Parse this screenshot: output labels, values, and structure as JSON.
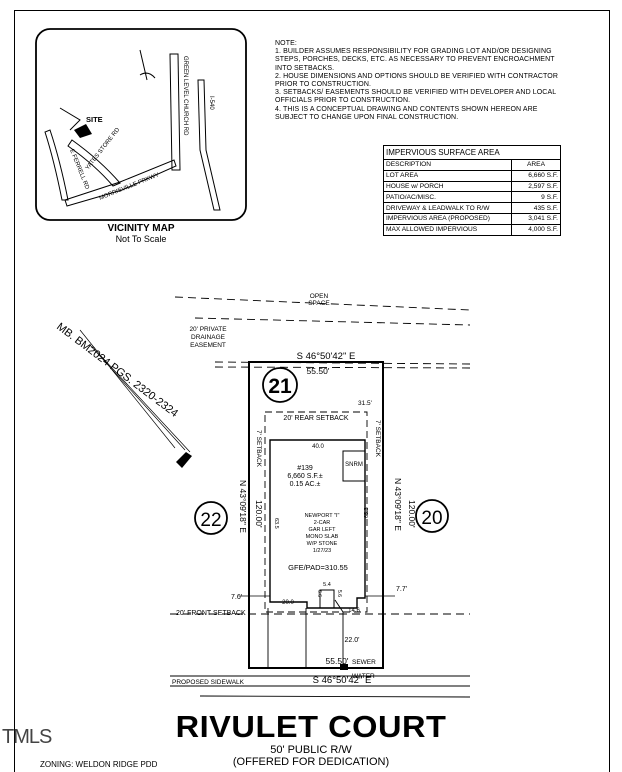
{
  "vicinity_map": {
    "title": "VICINITY MAP",
    "subtitle": "Not To Scale",
    "site_label": "SITE",
    "roads": [
      "GREEN LEVEL CHURCH RD",
      "YATES STORE RD",
      "E FERRELL RD",
      "MORRISVILLE PRKWY",
      "I-540"
    ]
  },
  "notes": {
    "heading": "NOTE:",
    "items": [
      "1. BUILDER ASSUMES RESPONSIBILITY FOR GRADING LOT AND/OR DESIGNING\nSTEPS, PORCHES, DECKS, ETC. AS NECESSARY TO PREVENT ENCROACHMENT\nINTO SETBACKS.",
      "2. HOUSE DIMENSIONS AND OPTIONS SHOULD BE VERIFIED WITH CONTRACTOR\nPRIOR TO CONSTRUCTION.",
      "3. SETBACKS/ EASEMENTS SHOULD BE VERIFIED WITH DEVELOPER AND LOCAL\nOFFICIALS PRIOR TO CONSTRUCTION.",
      "4. THIS IS A CONCEPTUAL DRAWING AND CONTENTS SHOWN HEREON ARE\nSUBJECT TO CHANGE UPON FINAL CONSTRUCTION."
    ]
  },
  "impervious_table": {
    "title": "IMPERVIOUS SURFACE AREA",
    "col_description": "DESCRIPTION",
    "col_area": "AREA",
    "rows": [
      {
        "description": "LOT AREA",
        "area": "6,660 S.F."
      },
      {
        "description": "HOUSE w/ PORCH",
        "area": "2,597 S.F."
      },
      {
        "description": "PATIO/AC/MISC.",
        "area": "9 S.F."
      },
      {
        "description": "DRIVEWAY & LEADWALK TO R/W",
        "area": "435 S.F."
      },
      {
        "description": "IMPERVIOUS AREA (PROPOSED)",
        "area": "3,041 S.F."
      },
      {
        "description": "MAX ALLOWED IMPERVIOUS",
        "area": "4,000 S.F."
      }
    ]
  },
  "plan": {
    "open_space": "OPEN\nSPACE",
    "drainage_easement": "20' PRIVATE\nDRAINAGE\nEASEMENT",
    "plat_reference": "MB. BM2024 PGS. 2320-2324",
    "top_bearing": "S 46°50'42\" E",
    "top_distance": "55.50'",
    "lot_number": "21",
    "left_lot": "22",
    "right_lot": "20",
    "rear_setback": "20' REAR SETBACK",
    "rear_dim": "31.5'",
    "side_setback_left": "7' SETBACK",
    "side_setback_right": "7' SETBACK",
    "left_bearing": "N 43°09'18\" E",
    "left_distance": "120.00'",
    "right_bearing": "N 43°09'18\" E",
    "right_distance": "120.00'",
    "house_width_top": "40.0",
    "snrm": "SNRM",
    "lot_info": "#139\n6,660 S.F.±\n0.15 AC.±",
    "house_info": "NEWPORT \"I\"\n2-CAR\nGAR LEFT\nMONO SLAB\nW/P STONE\n1/27/23",
    "house_depth_left": "63.5",
    "house_depth_right": "65.3",
    "gfe": "GFE/PAD=310.55",
    "left_offset": "7.6'",
    "right_offset": "7.7'",
    "front_setback": "20' FRONT SETBACK",
    "dim_20": "20.0",
    "dim_5_4": "5.4",
    "dim_6_6": "6.6",
    "dim_5_6": "5.6",
    "dim_14_6": "14.6",
    "dim_22": "22.0'",
    "bottom_distance": "55.50'",
    "bottom_bearing": "S 46°50'42\" E",
    "sewer": "SEWER",
    "water": "WATER",
    "sidewalk": "PROPOSED SIDEWALK"
  },
  "street": {
    "name": "RIVULET COURT",
    "row_width": "50'  PUBLIC R/W",
    "dedication": "(OFFERED FOR DEDICATION)"
  },
  "zoning": "ZONING:  WELDON RIDGE PDD",
  "watermark": "TMLS"
}
